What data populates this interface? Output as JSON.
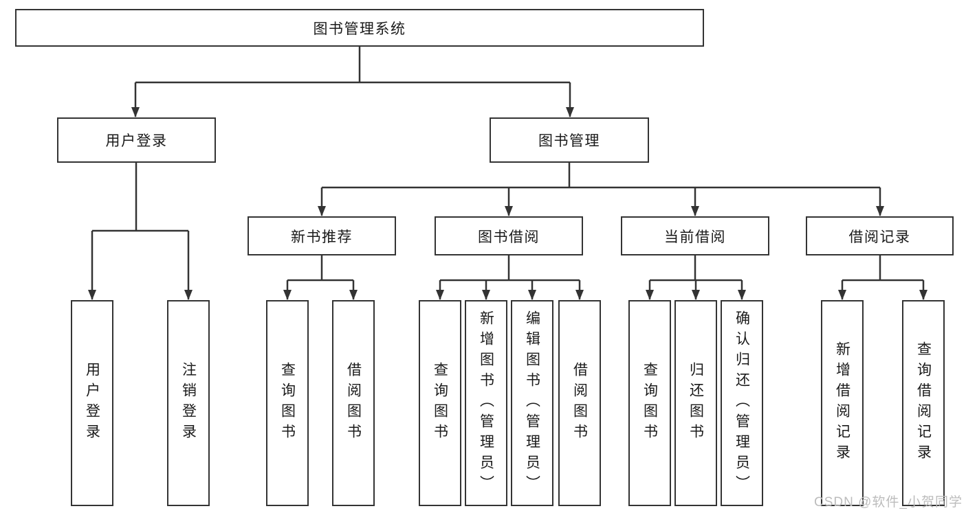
{
  "diagram": {
    "root": "图书管理系统",
    "children": [
      {
        "label": "用户登录",
        "children": [
          "用户登录",
          "注销登录"
        ]
      },
      {
        "label": "图书管理",
        "children": [
          {
            "label": "新书推荐",
            "children": [
              "查询图书",
              "借阅图书"
            ]
          },
          {
            "label": "图书借阅",
            "children": [
              "查询图书",
              "新增图书（管理员）",
              "编辑图书（管理员）",
              "借阅图书"
            ]
          },
          {
            "label": "当前借阅",
            "children": [
              "查询图书",
              "归还图书",
              "确认归还（管理员）"
            ]
          },
          {
            "label": "借阅记录",
            "children": [
              "新增借阅记录",
              "查询借阅记录"
            ]
          }
        ]
      }
    ]
  },
  "watermark": {
    "text": "CSDN @软件_小贺同学"
  },
  "colors": {
    "line": "#333333",
    "box_border": "#333333",
    "box_fill": "#ffffff",
    "text": "#1a1a1a",
    "watermark": "#bcbcbc",
    "background": "#ffffff"
  }
}
